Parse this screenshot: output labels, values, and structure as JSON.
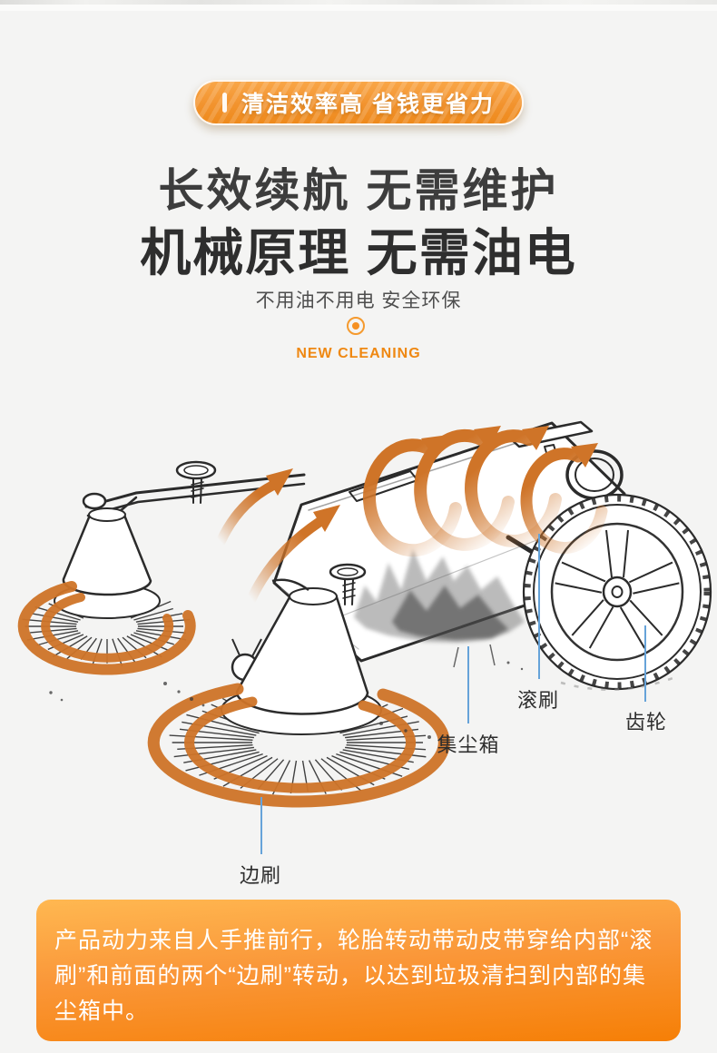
{
  "page": {
    "background": "#f4f4f3"
  },
  "header": {
    "badge": {
      "label": "清洁效率高 省钱更省力"
    },
    "title_line1": "长效续航 无需维护",
    "title_line2": "机械原理 无需油电",
    "subtitle": "不用油不用电 安全环保",
    "tagline": "NEW CLEANING"
  },
  "diagram": {
    "labels": {
      "dust_box": "集尘箱",
      "roller_brush": "滚刷",
      "gear": "齿轮",
      "side_brush": "边刷"
    },
    "colors": {
      "arrow_orange": "#cf7428",
      "callout_blue": "#66a3d9",
      "sketch_ink": "#2b2b2b",
      "accent_orange": "#f08a1c"
    }
  },
  "footer": {
    "description": "产品动力来自人手推前行，轮胎转动带动皮带穿给内部“滚刷”和前面的两个“边刷”转动，以达到垃圾清扫到内部的集尘箱中。"
  }
}
